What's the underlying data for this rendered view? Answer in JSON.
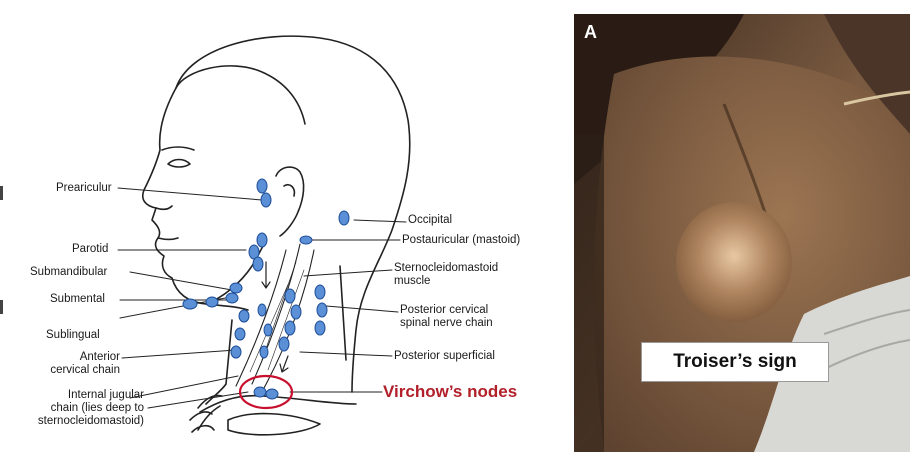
{
  "diagram": {
    "labels": {
      "preauricular": "Preariculur",
      "parotid": "Parotid",
      "submandibular": "Submandibular",
      "submental": "Submental",
      "sublingual": "Sublingual",
      "anterior_cervical": [
        "Anterior",
        "cervical chain"
      ],
      "internal_jugular": [
        "Internal jugular",
        "chain (lies deep to",
        "sternocleidomastoid)"
      ],
      "occipital": "Occipital",
      "postauricular": "Postauricular (mastoid)",
      "sternocleidomastoid": [
        "Sternocleidomastoid",
        "muscle"
      ],
      "posterior_cervical": [
        "Posterior cervical",
        "spinal nerve chain"
      ],
      "posterior_superficial": "Posterior superficial"
    },
    "highlight_label": "Virchow’s nodes",
    "colors": {
      "node_fill": "#5b8fd6",
      "node_stroke": "#1f4f99",
      "highlight": "#c8102e"
    }
  },
  "photo": {
    "panel_letter": "A",
    "caption": "Troiser’s sign"
  }
}
